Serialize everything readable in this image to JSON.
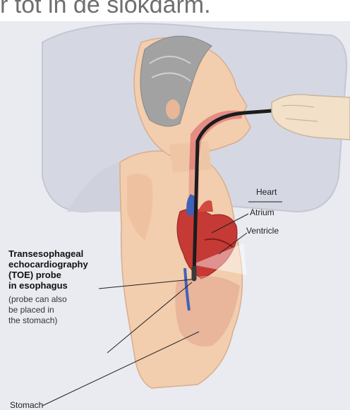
{
  "heading": "r tot in de slokdarm.",
  "labels": {
    "heart": "Heart",
    "atrium": "Atrium",
    "ventricle": "Ventricle",
    "probe_title": [
      "Transesophageal",
      "echocardiography",
      "(TOE) probe",
      "in esophagus"
    ],
    "probe_note": [
      "(probe can also",
      "be placed in",
      "the stomach)"
    ],
    "stomach": "Stomach"
  },
  "colors": {
    "pillow": "#d9dce6",
    "skin": "#f0c8a8",
    "hair": "#9b9b9b",
    "probe": "#1c1c1c",
    "heart": "#c53a35",
    "vessel_blue": "#3f62b8"
  }
}
